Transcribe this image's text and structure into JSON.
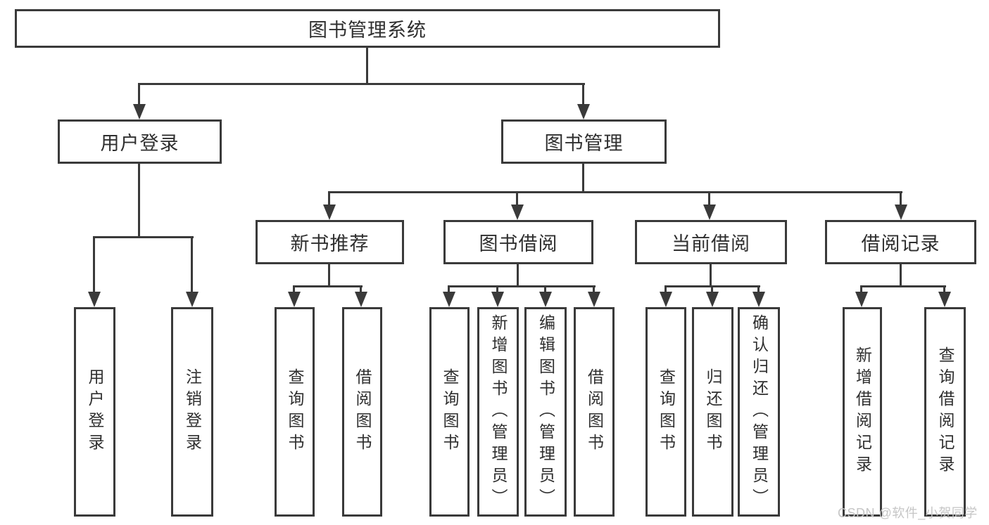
{
  "diagram": {
    "root": {
      "label": "图书管理系统"
    },
    "level2": [
      {
        "label": "用户登录"
      },
      {
        "label": "图书管理"
      }
    ],
    "level3": [
      {
        "label": "新书推荐"
      },
      {
        "label": "图书借阅"
      },
      {
        "label": "当前借阅"
      },
      {
        "label": "借阅记录"
      }
    ],
    "leaves": [
      {
        "label": "用户登录"
      },
      {
        "label": "注销登录"
      },
      {
        "label": "查询图书"
      },
      {
        "label": "借阅图书"
      },
      {
        "label": "查询图书"
      },
      {
        "label": "新增图书（管理员）"
      },
      {
        "label": "编辑图书（管理员）"
      },
      {
        "label": "借阅图书"
      },
      {
        "label": "查询图书"
      },
      {
        "label": "归还图书"
      },
      {
        "label": "确认归还（管理员）"
      },
      {
        "label": "新增借阅记录"
      },
      {
        "label": "查询借阅记录"
      }
    ]
  },
  "watermark": {
    "text": "CSDN @软件_小贺同学"
  },
  "colors": {
    "line": "#3a3a3a",
    "text": "#2f2f2f",
    "watermark_text": "#c6c6c6",
    "background": "#ffffff"
  }
}
